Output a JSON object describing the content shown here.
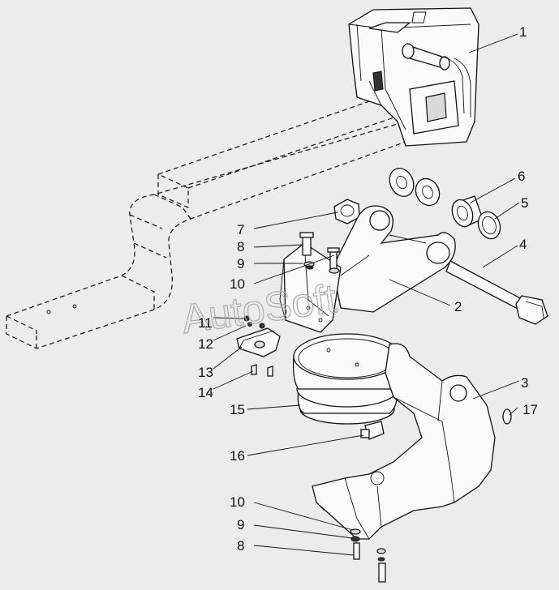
{
  "diagram": {
    "watermark": "AutoSoft",
    "callouts": [
      {
        "id": "c1a",
        "text": "1"
      },
      {
        "id": "c2",
        "text": "2"
      },
      {
        "id": "c3",
        "text": "3"
      },
      {
        "id": "c4",
        "text": "4"
      },
      {
        "id": "c5",
        "text": "5"
      },
      {
        "id": "c6",
        "text": "6"
      },
      {
        "id": "c7",
        "text": "7"
      },
      {
        "id": "c8a",
        "text": "8"
      },
      {
        "id": "c9a",
        "text": "9"
      },
      {
        "id": "c10a",
        "text": "10"
      },
      {
        "id": "c11",
        "text": "11"
      },
      {
        "id": "c12",
        "text": "12"
      },
      {
        "id": "c13",
        "text": "13"
      },
      {
        "id": "c14",
        "text": "14"
      },
      {
        "id": "c15",
        "text": "15"
      },
      {
        "id": "c16",
        "text": "16"
      },
      {
        "id": "c17",
        "text": "17"
      },
      {
        "id": "c10b",
        "text": "10"
      },
      {
        "id": "c9b",
        "text": "9"
      },
      {
        "id": "c8b",
        "text": "8"
      }
    ]
  }
}
